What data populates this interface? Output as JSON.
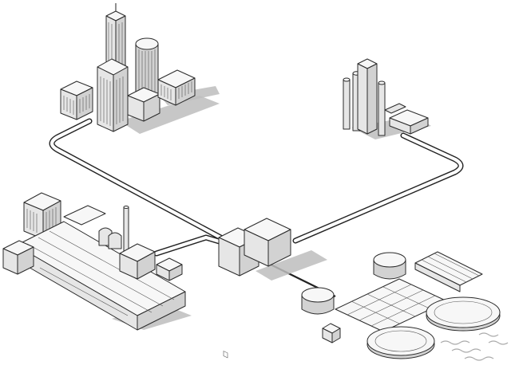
{
  "diagram": {
    "colors": {
      "background": "#ffffff",
      "outline": "#2b2b2b",
      "face_light": "#f7f7f7",
      "face_mid": "#e6e6e6",
      "face_dark": "#d2d2d2",
      "shadow": "#bdbdbd"
    },
    "nodes": [
      {
        "id": "city",
        "icon": "skyscrapers-icon"
      },
      {
        "id": "refinery",
        "icon": "refinery-icon"
      },
      {
        "id": "factory",
        "icon": "factory-icon"
      },
      {
        "id": "control-station",
        "icon": "building-icon"
      },
      {
        "id": "water-treatment",
        "icon": "water-tank-icon"
      }
    ],
    "connections": [
      {
        "from": "city",
        "to": "control-station"
      },
      {
        "from": "refinery",
        "to": "control-station"
      },
      {
        "from": "factory",
        "to": "control-station"
      },
      {
        "from": "control-station",
        "to": "water-treatment"
      }
    ]
  }
}
